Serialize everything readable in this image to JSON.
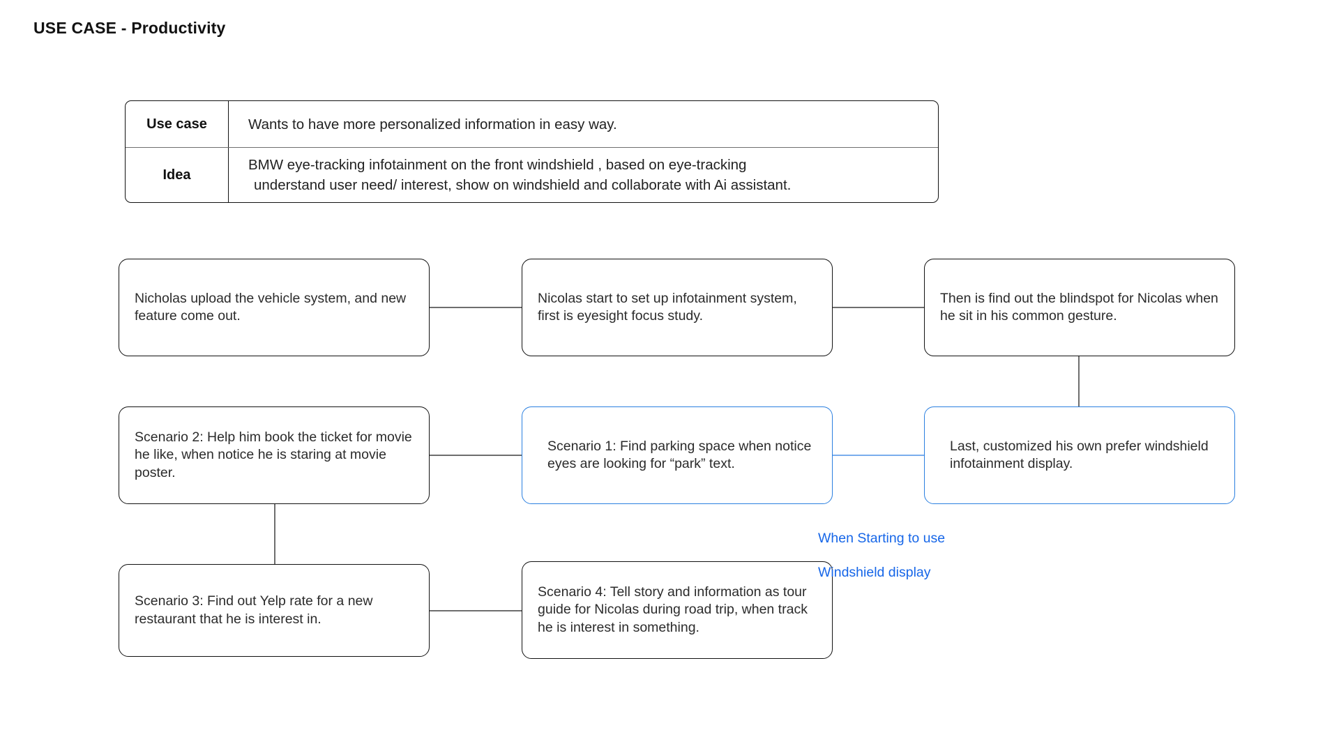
{
  "page": {
    "title": "USE CASE - Productivity"
  },
  "info_table": {
    "rows": [
      {
        "label": "Use case",
        "value_line1": "Wants to have more personalized information in easy way.",
        "value_line2": ""
      },
      {
        "label": "Idea",
        "value_line1": "BMW eye-tracking infotainment on the front windshield , based on eye-tracking",
        "value_line2": "understand user need/ interest, show on windshield and collaborate with Ai assistant."
      }
    ]
  },
  "flow": {
    "boxes": [
      {
        "id": "box-upload",
        "text": "Nicholas upload the vehicle system, and new feature come out.",
        "style": "default"
      },
      {
        "id": "box-setup",
        "text": "Nicolas start to set up infotainment system, first is eyesight focus study.",
        "style": "default"
      },
      {
        "id": "box-blindspot",
        "text": "Then is find out the blindspot for Nicolas when he sit in his common gesture.",
        "style": "default"
      },
      {
        "id": "box-scenario-2",
        "text": "Scenario 2: Help him book the ticket for movie he like, when notice he is staring at movie poster.",
        "style": "default"
      },
      {
        "id": "box-scenario-1",
        "text": "Scenario 1: Find parking space when notice eyes are looking for “park” text.",
        "style": "highlight-blue"
      },
      {
        "id": "box-customized",
        "text": "Last, customized his own prefer windshield infotainment display.",
        "style": "highlight-blue"
      },
      {
        "id": "box-scenario-3",
        "text": "Scenario 3: Find out Yelp rate for a new restaurant that he is interest in.",
        "style": "default"
      },
      {
        "id": "box-scenario-4",
        "text": "Scenario 4: Tell story and information as tour guide for Nicolas during road trip, when track he is interest in something.",
        "style": "default"
      }
    ]
  },
  "annotation": {
    "line1": "When Starting to use",
    "line2": "Windshield display"
  },
  "colors": {
    "text": "#2b2b2b",
    "border": "#111111",
    "connector": "#6e6e6e",
    "highlight_blue": "#2a7fe0",
    "connector_blue": "#7aaded",
    "annotation_blue": "#1666e8",
    "background": "#ffffff"
  }
}
